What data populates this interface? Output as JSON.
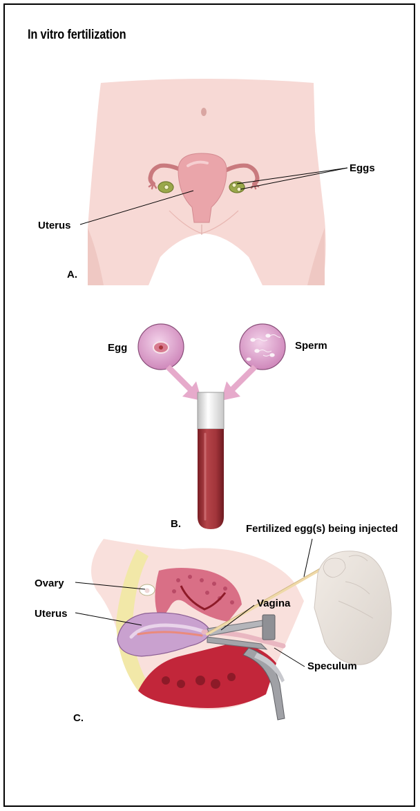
{
  "title": "In vitro fertilization",
  "panel_a": {
    "letter": "A.",
    "labels": {
      "uterus": "Uterus",
      "eggs": "Eggs"
    }
  },
  "panel_b": {
    "letter": "B.",
    "labels": {
      "egg": "Egg",
      "sperm": "Sperm"
    }
  },
  "panel_c": {
    "letter": "C.",
    "labels": {
      "injection": "Fertilized egg(s) being injected",
      "ovary": "Ovary",
      "uterus": "Uterus",
      "vagina": "Vagina",
      "speculum": "Speculum"
    }
  },
  "colors": {
    "skin": "#f7d9d5",
    "uterus_pink": "#eaa5aa",
    "ovary_green": "#9aa84a",
    "blood_red": "#a8353a",
    "lens_pink": "#d99ac6",
    "arrow_pink": "#e6aacb",
    "tissue_red": "#c2263a",
    "instrument_gray": "#9a9ba0"
  }
}
